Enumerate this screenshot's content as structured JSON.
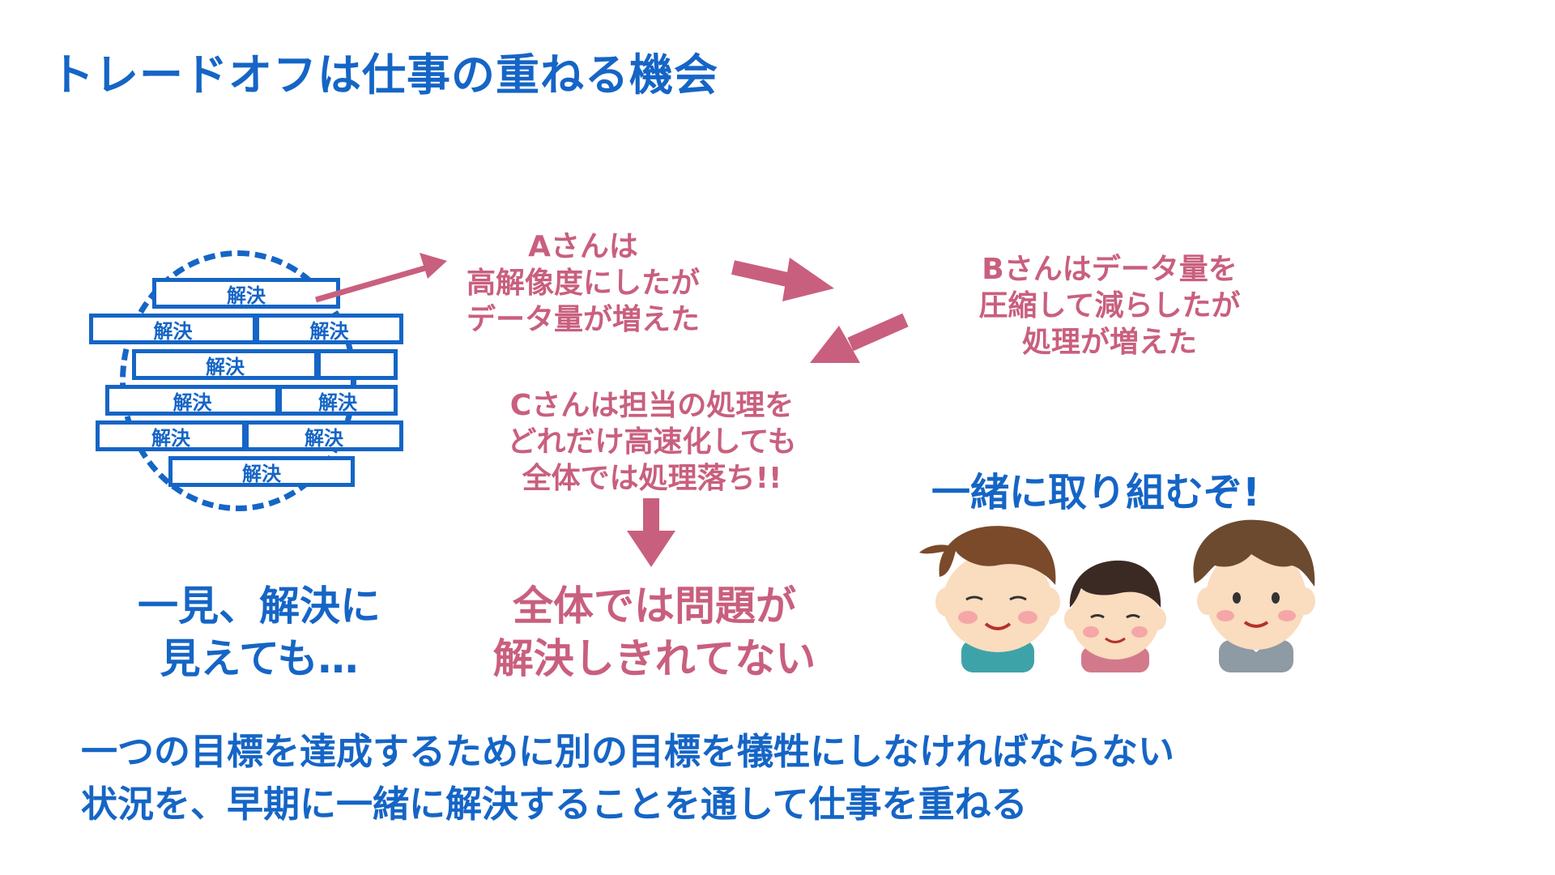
{
  "title": "トレードオフは仕事の重ねる機会",
  "wall": {
    "brick_label": "解決"
  },
  "left_caption": {
    "line1": "一見、解決に",
    "line2": "見えても…"
  },
  "step_a": {
    "line1": "Aさんは",
    "line2": "高解像度にしたが",
    "line3": "データ量が増えた"
  },
  "step_b": {
    "line1": "Bさんはデータ量を",
    "line2": "圧縮して減らしたが",
    "line3": "処理が増えた"
  },
  "step_c": {
    "line1": "Cさんは担当の処理を",
    "line2": "どれだけ高速化しても",
    "line3": "全体では処理落ち!!"
  },
  "result": {
    "line1": "全体では問題が",
    "line2": "解決しきれてない"
  },
  "team_caption": "一緒に取り組むぞ!",
  "bottom": {
    "line1": "一つの目標を達成するために別の目標を犠牲にしなければならない",
    "line2": "状況を、早期に一緒に解決することを通して仕事を重ねる"
  },
  "colors": {
    "accent_blue": "#1565c6",
    "accent_pink": "#c95f7e"
  }
}
